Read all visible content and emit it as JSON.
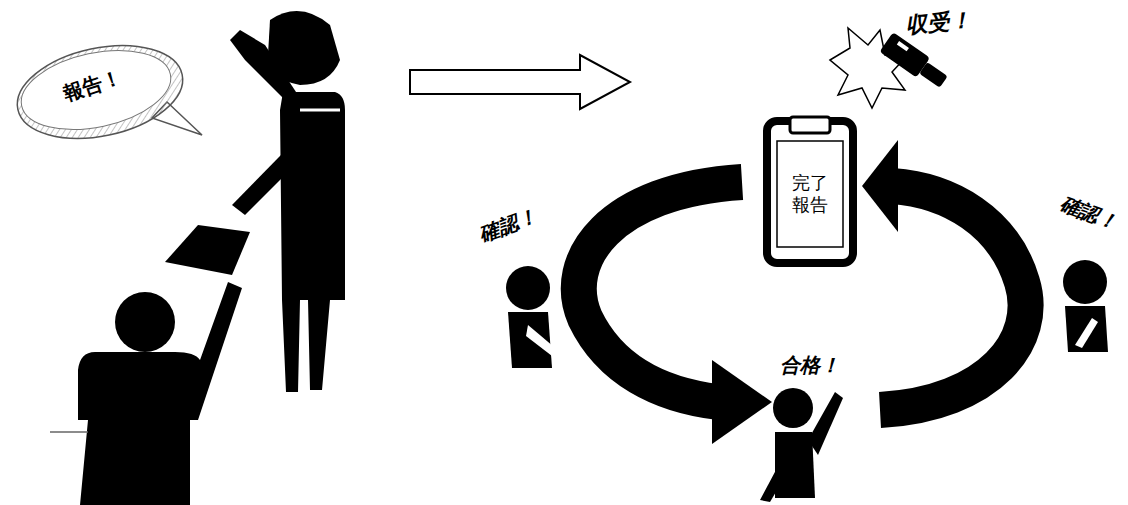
{
  "diagram": {
    "nodes": [
      {
        "text": [
          "報告！"
        ]
      },
      {
        "text": [
          "完了 報告"
        ]
      }
    ],
    "labels": [
      "収受！",
      "確認！",
      "合格！",
      "確認！"
    ]
  }
}
